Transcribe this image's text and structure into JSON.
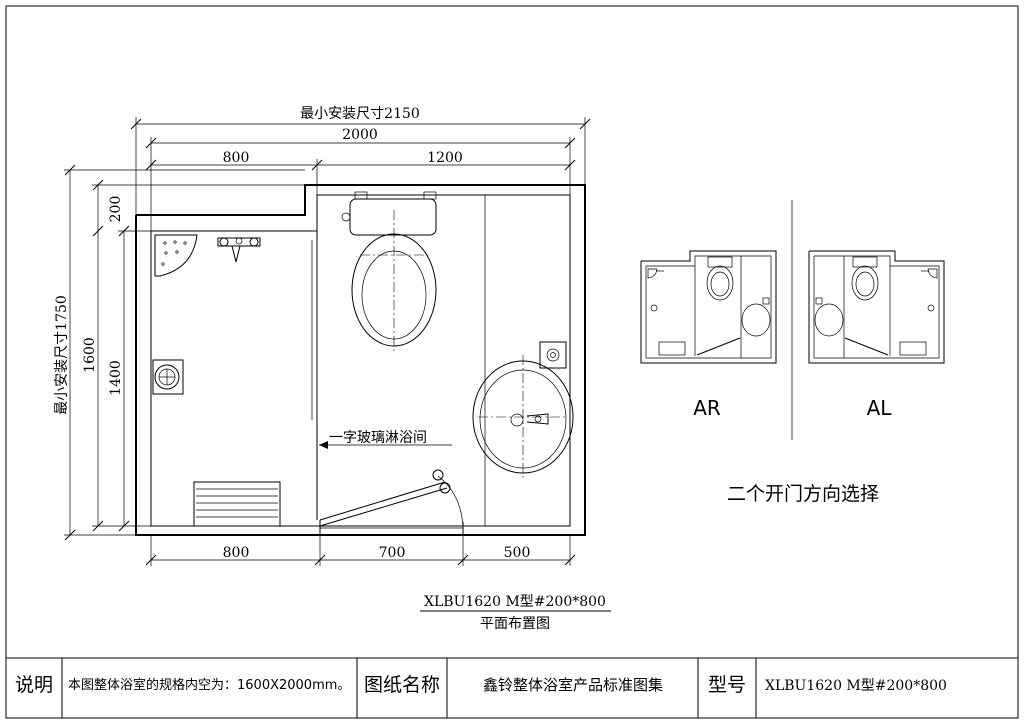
{
  "plan": {
    "min_install_width_label": "最小安装尺寸2150",
    "total_width": "2000",
    "top_left_width": "800",
    "top_right_width": "1200",
    "min_install_height_label": "最小安装尺寸1750",
    "dim_200": "200",
    "dim_1600": "1600",
    "dim_1400": "1400",
    "bottom_left": "800",
    "bottom_mid": "700",
    "bottom_right": "500",
    "glass_label": "一字玻璃淋浴间"
  },
  "options": {
    "ar_label": "AR",
    "al_label": "AL",
    "note": "二个开门方向选择"
  },
  "caption": {
    "model": "XLBU1620 M型#200*800",
    "subtitle": "平面布置图"
  },
  "title_block": {
    "note_header": "说明",
    "note_text": "本图整体浴室的规格内空为：1600X2000mm。",
    "drawing_name_header": "图纸名称",
    "drawing_name": "鑫铃整体浴室产品标准图集",
    "model_header": "型号",
    "model_value": "XLBU1620 M型#200*800"
  }
}
